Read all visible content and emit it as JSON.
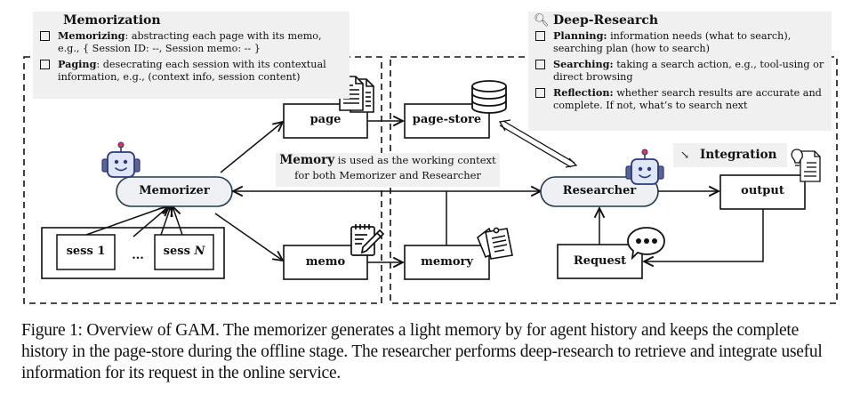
{
  "memorization_panel": {
    "title": "Memorization",
    "items": [
      {
        "term": "Memorizing",
        "sep": ": ",
        "text": "abstracting each page with its memo, e.g., { Session ID: --, Session memo: -- }"
      },
      {
        "term": "Paging",
        "sep": ": ",
        "text": "desecrating each session with its contextual information, e.g., (context info, session content)"
      }
    ]
  },
  "deep_research_panel": {
    "icon": "magnifier-icon",
    "title": "Deep-Research",
    "items": [
      {
        "term": "Planning:",
        "sep": " ",
        "text": "information needs (what to search), searching plan (how to search)"
      },
      {
        "term": "Searching:",
        "sep": " ",
        "text": "taking a search action, e.g., tool-using or direct browsing"
      },
      {
        "term": "Reflection:",
        "sep": " ",
        "text": "whether search results are accurate and complete. If not, what’s to search next"
      }
    ]
  },
  "nodes": {
    "memorizer": "Memorizer",
    "researcher": "Researcher",
    "page": "page",
    "page_store": "page-store",
    "memo": "memo",
    "memory": "memory",
    "output": "output",
    "request": "Request",
    "sess_1": "sess 1",
    "sess_ellipsis": "...",
    "sess_n_prefix": "sess ",
    "sess_n_var": "N"
  },
  "memory_note": {
    "bold": "Memory",
    "line1_rest": " is used as the working context",
    "line2": "for both Memorizer and Researcher"
  },
  "integration": {
    "arrow_glyph": "↘",
    "label": "Integration"
  },
  "caption": "Figure 1: Overview of GAM. The memorizer generates a light memory by for agent history and keeps the complete history in the page-store during the offline stage. The researcher performs deep-research to retrieve and integrate useful information for its request in the online service.",
  "colors": {
    "panel_bg": "#f0f0f0",
    "agent_fill": "#eef0f3",
    "agent_stroke": "#1f3a4d",
    "robot_body": "#2b3a7a",
    "robot_face": "#dfe6f7",
    "robot_antenna": "#e0335a"
  }
}
